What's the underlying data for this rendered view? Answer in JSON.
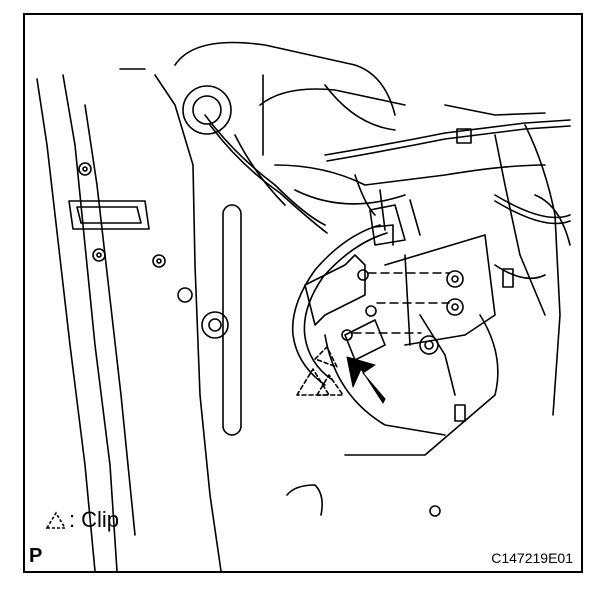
{
  "legend": {
    "symbol_icon": "dashed-triangle-icon",
    "separator": ":",
    "label": "Clip"
  },
  "view_letter": "P",
  "figure_code": "C147219E01",
  "colors": {
    "line": "#000000",
    "background": "#ffffff",
    "arrow": "#000000"
  }
}
